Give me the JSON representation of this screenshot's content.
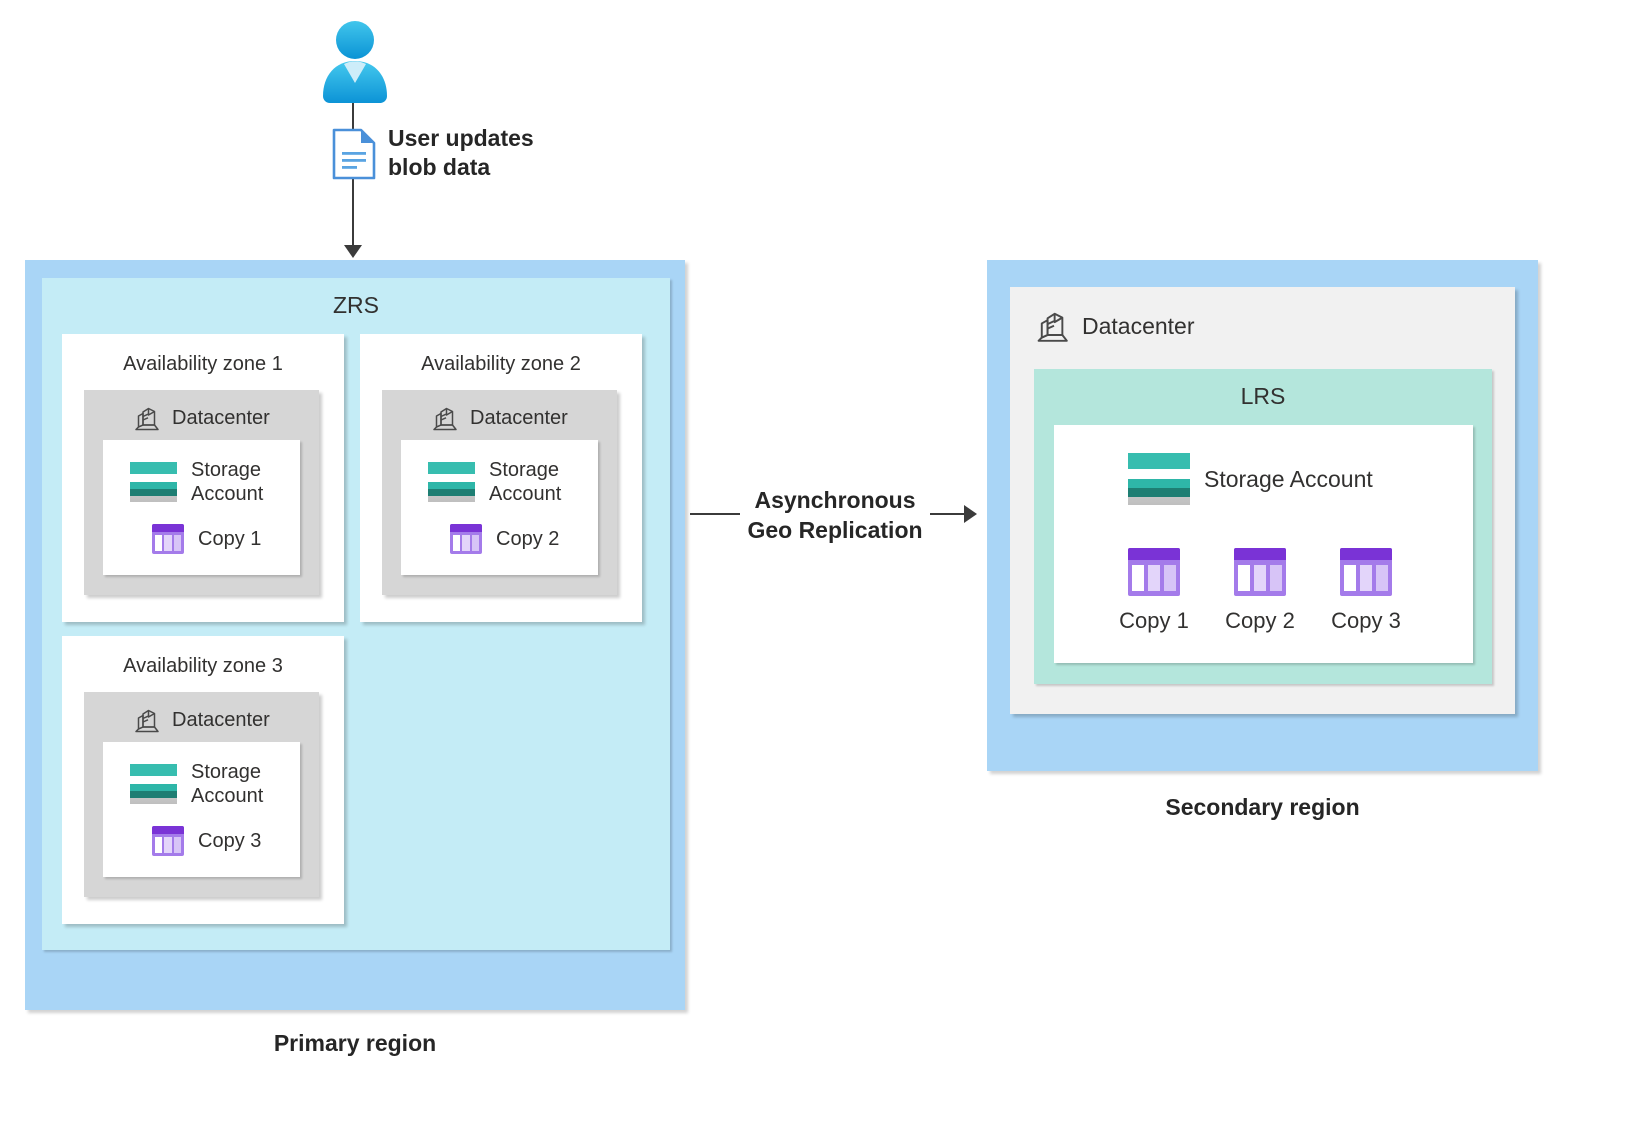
{
  "diagram": {
    "title": "Azure ZRS primary region with GRS asynchronous geo-replication to LRS secondary region",
    "colors": {
      "region_blue": "#A9D5F6",
      "zrs_cyan": "#C4ECF6",
      "lrs_teal": "#B4E6DC",
      "datacenter_gray": "#D6D6D6",
      "datacenter_gray_secondary": "#F1F1F1",
      "storage_teal": "#37BDAF",
      "storage_teal_dark": "#1E7E73",
      "copy_purple": "#A47BEA",
      "copy_purple_dark": "#7A33D6",
      "text": "#323130",
      "arrow": "#3B3B3B"
    },
    "user_flow": {
      "user_icon": "user-person-icon",
      "document_icon": "document-icon",
      "caption_line1": "User updates",
      "caption_line2": "blob data"
    },
    "middle_arrow": {
      "caption_line1": "Asynchronous",
      "caption_line2": "Geo Replication",
      "arrow_icon": "arrow-right-icon"
    },
    "primary_region": {
      "caption": "Primary region",
      "redundancy_label": "ZRS",
      "zones": [
        {
          "title": "Availability zone 1",
          "datacenter_label": "Datacenter",
          "datacenter_icon": "datacenter-icon",
          "storage_account_label": "Storage Account",
          "storage_account_line1": "Storage",
          "storage_account_line2": "Account",
          "storage_icon": "storage-account-icon",
          "copy_label": "Copy 1",
          "copy_icon": "copy-icon"
        },
        {
          "title": "Availability zone 2",
          "datacenter_label": "Datacenter",
          "datacenter_icon": "datacenter-icon",
          "storage_account_label": "Storage Account",
          "storage_account_line1": "Storage",
          "storage_account_line2": "Account",
          "storage_icon": "storage-account-icon",
          "copy_label": "Copy 2",
          "copy_icon": "copy-icon"
        },
        {
          "title": "Availability zone 3",
          "datacenter_label": "Datacenter",
          "datacenter_icon": "datacenter-icon",
          "storage_account_label": "Storage Account",
          "storage_account_line1": "Storage",
          "storage_account_line2": "Account",
          "storage_icon": "storage-account-icon",
          "copy_label": "Copy 3",
          "copy_icon": "copy-icon"
        }
      ]
    },
    "secondary_region": {
      "caption": "Secondary region",
      "datacenter_label": "Datacenter",
      "datacenter_icon": "datacenter-icon",
      "redundancy_label": "LRS",
      "storage_account_label": "Storage Account",
      "storage_icon": "storage-account-icon",
      "copies": [
        {
          "label": "Copy 1",
          "icon": "copy-icon"
        },
        {
          "label": "Copy 2",
          "icon": "copy-icon"
        },
        {
          "label": "Copy 3",
          "icon": "copy-icon"
        }
      ]
    }
  }
}
